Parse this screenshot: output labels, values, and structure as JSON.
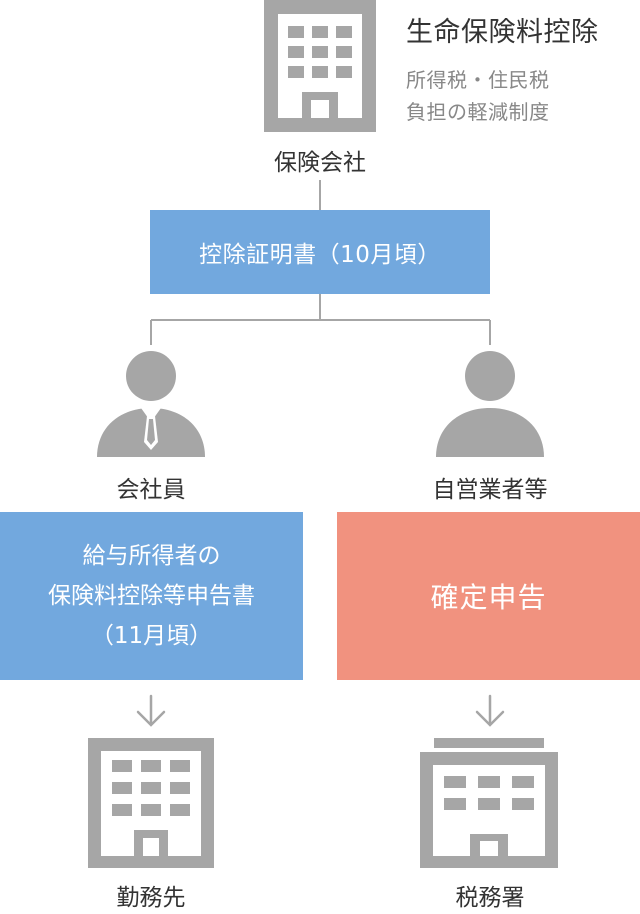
{
  "colors": {
    "gray": "#a6a6a6",
    "blue": "#72a8de",
    "salmon": "#f1927f"
  },
  "header": {
    "title": "生命保険料控除",
    "subtitle_line1": "所得税・住民税",
    "subtitle_line2": "負担の軽減制度"
  },
  "nodes": {
    "insurer": {
      "label": "保険会社",
      "icon": "building-icon"
    },
    "certificate": {
      "label": "控除証明書（10月頃）"
    },
    "employee": {
      "label": "会社員",
      "icon": "person-with-tie-icon"
    },
    "self_employed": {
      "label": "自営業者等",
      "icon": "person-icon"
    },
    "employee_form": {
      "line1": "給与所得者の",
      "line2": "保険料控除等申告書",
      "line3": "（11月頃）"
    },
    "tax_return": {
      "label": "確定申告"
    },
    "workplace": {
      "label": "勤務先",
      "icon": "building-icon"
    },
    "tax_office": {
      "label": "税務署",
      "icon": "government-building-icon"
    }
  }
}
